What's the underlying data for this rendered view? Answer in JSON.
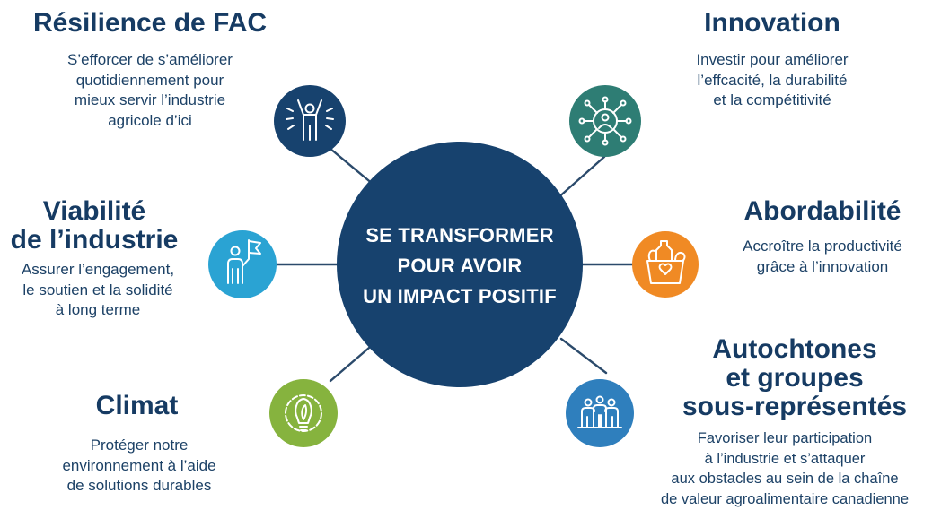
{
  "center": {
    "lines": [
      "SE TRANSFORMER",
      "POUR AVOIR",
      "UN IMPACT POSITIF"
    ]
  },
  "colors": {
    "navy": "#17426e",
    "teal": "#2e7d74",
    "orange": "#f08a24",
    "sky": "#2aa3d3",
    "green": "#86b33e",
    "blue": "#2f7fbd",
    "text": "#163b63"
  },
  "nodes": [
    {
      "id": "resilience",
      "title_lines": [
        "Résilience de FAC"
      ],
      "desc_lines": [
        "S’efforcer de s’améliorer",
        "quotidiennement pour",
        "mieux servir l’industrie",
        "agricole d’ici"
      ],
      "icon": "person-celebrating-icon",
      "color": "navy"
    },
    {
      "id": "innovation",
      "title_lines": [
        "Innovation"
      ],
      "desc_lines": [
        "Investir pour améliorer",
        "l’effcacité, la durabilité",
        "et la compétitivité"
      ],
      "icon": "network-person-icon",
      "color": "teal"
    },
    {
      "id": "viabilite",
      "title_lines": [
        "Viabilité",
        "de l’industrie"
      ],
      "desc_lines": [
        "Assurer l’engagement,",
        "le soutien et la solidité",
        "à long terme"
      ],
      "icon": "person-flag-icon",
      "color": "sky"
    },
    {
      "id": "abordabilite",
      "title_lines": [
        "Abordabilité"
      ],
      "desc_lines": [
        "Accroître la productivité",
        "grâce à l’innovation"
      ],
      "icon": "food-basket-icon",
      "color": "orange"
    },
    {
      "id": "climat",
      "title_lines": [
        "Climat"
      ],
      "desc_lines": [
        "Protéger notre",
        "environnement à l’aide",
        "de solutions durables"
      ],
      "icon": "gear-bulb-leaf-icon",
      "color": "green"
    },
    {
      "id": "autochtones",
      "title_lines": [
        "Autochtones",
        "et groupes",
        "sous-représentés"
      ],
      "desc_lines": [
        "Favoriser leur participation",
        "à l’industrie et s’attaquer",
        "aux obstacles au sein de la chaîne",
        "de valeur agroalimentaire canadienne"
      ],
      "icon": "group-people-icon",
      "color": "blue"
    }
  ]
}
